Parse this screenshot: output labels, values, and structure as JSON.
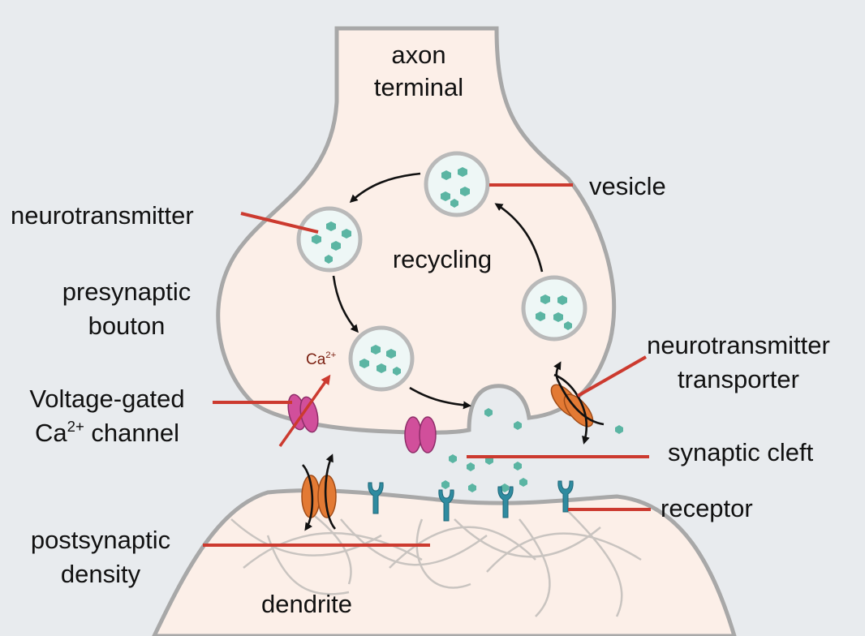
{
  "labels": {
    "axon_line1": "axon",
    "axon_line2": "terminal",
    "vesicle": "vesicle",
    "neurotransmitter": "neurotransmitter",
    "recycling": "recycling",
    "presynaptic_line1": "presynaptic",
    "presynaptic_line2": "bouton",
    "transporter_line1": "neurotransmitter",
    "transporter_line2": "transporter",
    "vgcc_line1": "Voltage-gated",
    "vgcc_line2_pre": "Ca",
    "vgcc_line2_sup": "2+",
    "vgcc_line2_post": " channel",
    "synaptic_cleft": "synaptic cleft",
    "receptor": "receptor",
    "postsynaptic_line1": "postsynaptic",
    "postsynaptic_line2": "density",
    "dendrite": "dendrite",
    "ion_base": "Ca",
    "ion_sup": "2+"
  },
  "colors": {
    "background": "#e8ebee",
    "cell_fill": "#fcefe8",
    "membrane": "#a8a8a8",
    "pointer_line": "#cc3a2f",
    "neurotransmitter": "#5bb5a3",
    "channel": "#d14f9b",
    "transporter": "#e37a34",
    "receptor": "#2f8ba0",
    "calcium_label": "#7a1f10"
  }
}
